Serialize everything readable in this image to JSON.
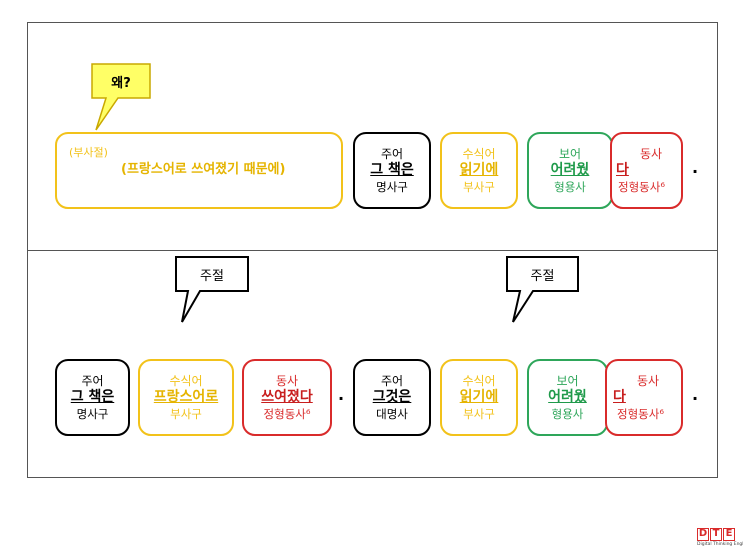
{
  "top": {
    "callout": "왜?",
    "adverbial_clause": {
      "label": "(부사절)",
      "text": "(프랑스어로 쓰여졌기 때문에)"
    },
    "subject": {
      "role": "주어",
      "word": "그 책은",
      "pos": "명사구"
    },
    "modifier": {
      "role": "수식어",
      "word": "읽기에",
      "pos": "부사구"
    },
    "complement": {
      "role": "보어",
      "word": "어려웠",
      "pos": "형용사"
    },
    "verb": {
      "role": "동사",
      "word": "다",
      "pos": "정형동사⁶"
    },
    "period": "."
  },
  "bottom": {
    "callout_left": "주절",
    "callout_right": "주절",
    "c1_subject": {
      "role": "주어",
      "word": "그 책은",
      "pos": "명사구"
    },
    "c1_modifier": {
      "role": "수식어",
      "word": "프랑스어로",
      "pos": "부사구"
    },
    "c1_verb": {
      "role": "동사",
      "word": "쓰여졌다",
      "pos": "정형동사⁶"
    },
    "period1": ".",
    "c2_subject": {
      "role": "주어",
      "word": "그것은",
      "pos": "대명사"
    },
    "c2_modifier": {
      "role": "수식어",
      "word": "읽기에",
      "pos": "부사구"
    },
    "c2_complement": {
      "role": "보어",
      "word": "어려웠",
      "pos": "형용사"
    },
    "c2_verb": {
      "role": "동사",
      "word": "다",
      "pos": "정형동사⁶"
    },
    "period2": "."
  },
  "logo": {
    "letters": [
      "D",
      "T",
      "E"
    ],
    "caption": "Digital Thinking English"
  },
  "colors": {
    "subject": "#000000",
    "modifier": "#f2c21a",
    "complement": "#2ea65a",
    "verb": "#d92b2b",
    "callout_yellow_fill": "#ffff66"
  }
}
